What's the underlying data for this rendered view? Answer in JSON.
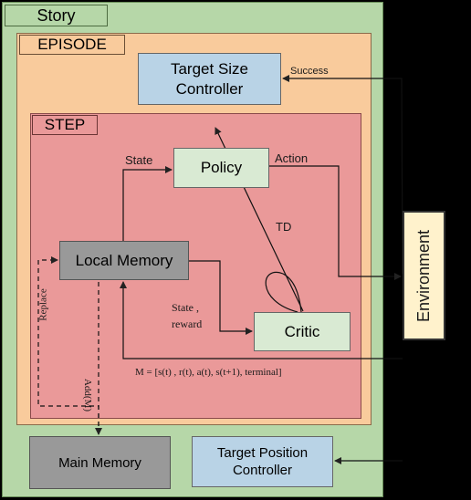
{
  "containers": {
    "story": "Story",
    "episode": "EPISODE",
    "step": "STEP"
  },
  "nodes": {
    "target_size_controller_line1": "Target Size",
    "target_size_controller_line2": "Controller",
    "policy": "Policy",
    "local_memory": "Local Memory",
    "critic": "Critic",
    "main_memory": "Main Memory",
    "target_position_controller_line1": "Target Position",
    "target_position_controller_line2": "Controller",
    "environment": "Environment"
  },
  "edge_labels": {
    "success": "Success",
    "state": "State",
    "action": "Action",
    "td": "TD",
    "state_reward_line1": "State ,",
    "state_reward_line2": "reward",
    "memory_tuple": "M = [s(t) , r(t), a(t), s(t+1), terminal]",
    "replace": "Replace",
    "add_m": "Add(M)"
  },
  "colors": {
    "story": "#b6d7a8",
    "episode": "#f9cb9c",
    "step": "#ea9999",
    "controller": "#b9d3e6",
    "network": "#d9ead3",
    "memory": "#999999",
    "environment": "#fff2cc"
  }
}
